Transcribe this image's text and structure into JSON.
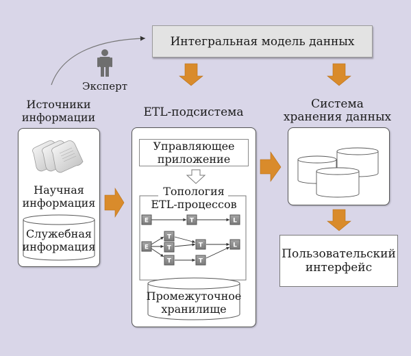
{
  "diagram": {
    "top_model": "Интегральная модель данных",
    "expert": "Эксперт",
    "sources": {
      "title_line1": "Источники",
      "title_line2": "информации",
      "scientific_line1": "Научная",
      "scientific_line2": "информация",
      "service_line1": "Служебная",
      "service_line2": "информация"
    },
    "etl": {
      "title": "ETL-подсистема",
      "control_app_line1": "Управляющее",
      "control_app_line2": "приложение",
      "topology_line1": "Топология",
      "topology_line2": "ETL-процессов",
      "staging_line1": "Промежуточное",
      "staging_line2": "хранилище",
      "nodes": [
        "E",
        "T",
        "L"
      ]
    },
    "storage": {
      "title_line1": "Система",
      "title_line2": "хранения данных"
    },
    "ui": {
      "line1": "Пользовательский",
      "line2": "интерфейс"
    },
    "colors": {
      "background": "#d9d6e8",
      "arrow": "#d98b2b",
      "node": "#8c8c8c"
    }
  }
}
